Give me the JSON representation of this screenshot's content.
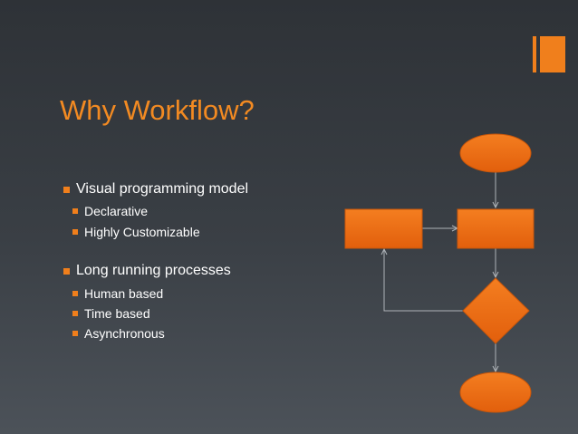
{
  "slide": {
    "title": "Why Workflow?",
    "accent_color": "#f07f1c",
    "title_color": "#f28a22",
    "bullets": [
      {
        "label": "Visual programming model",
        "subitems": [
          "Declarative",
          "Highly Customizable"
        ]
      },
      {
        "label": "Long running processes",
        "subitems": [
          "Human based",
          "Time based",
          "Asynchronous"
        ]
      }
    ]
  },
  "flowchart": {
    "shape_color": "#e8660f",
    "connector_color": "#aeb3b8",
    "shapes": [
      "start-ellipse",
      "process-rectangle-left",
      "process-rectangle-right",
      "decision-diamond",
      "end-ellipse"
    ]
  }
}
